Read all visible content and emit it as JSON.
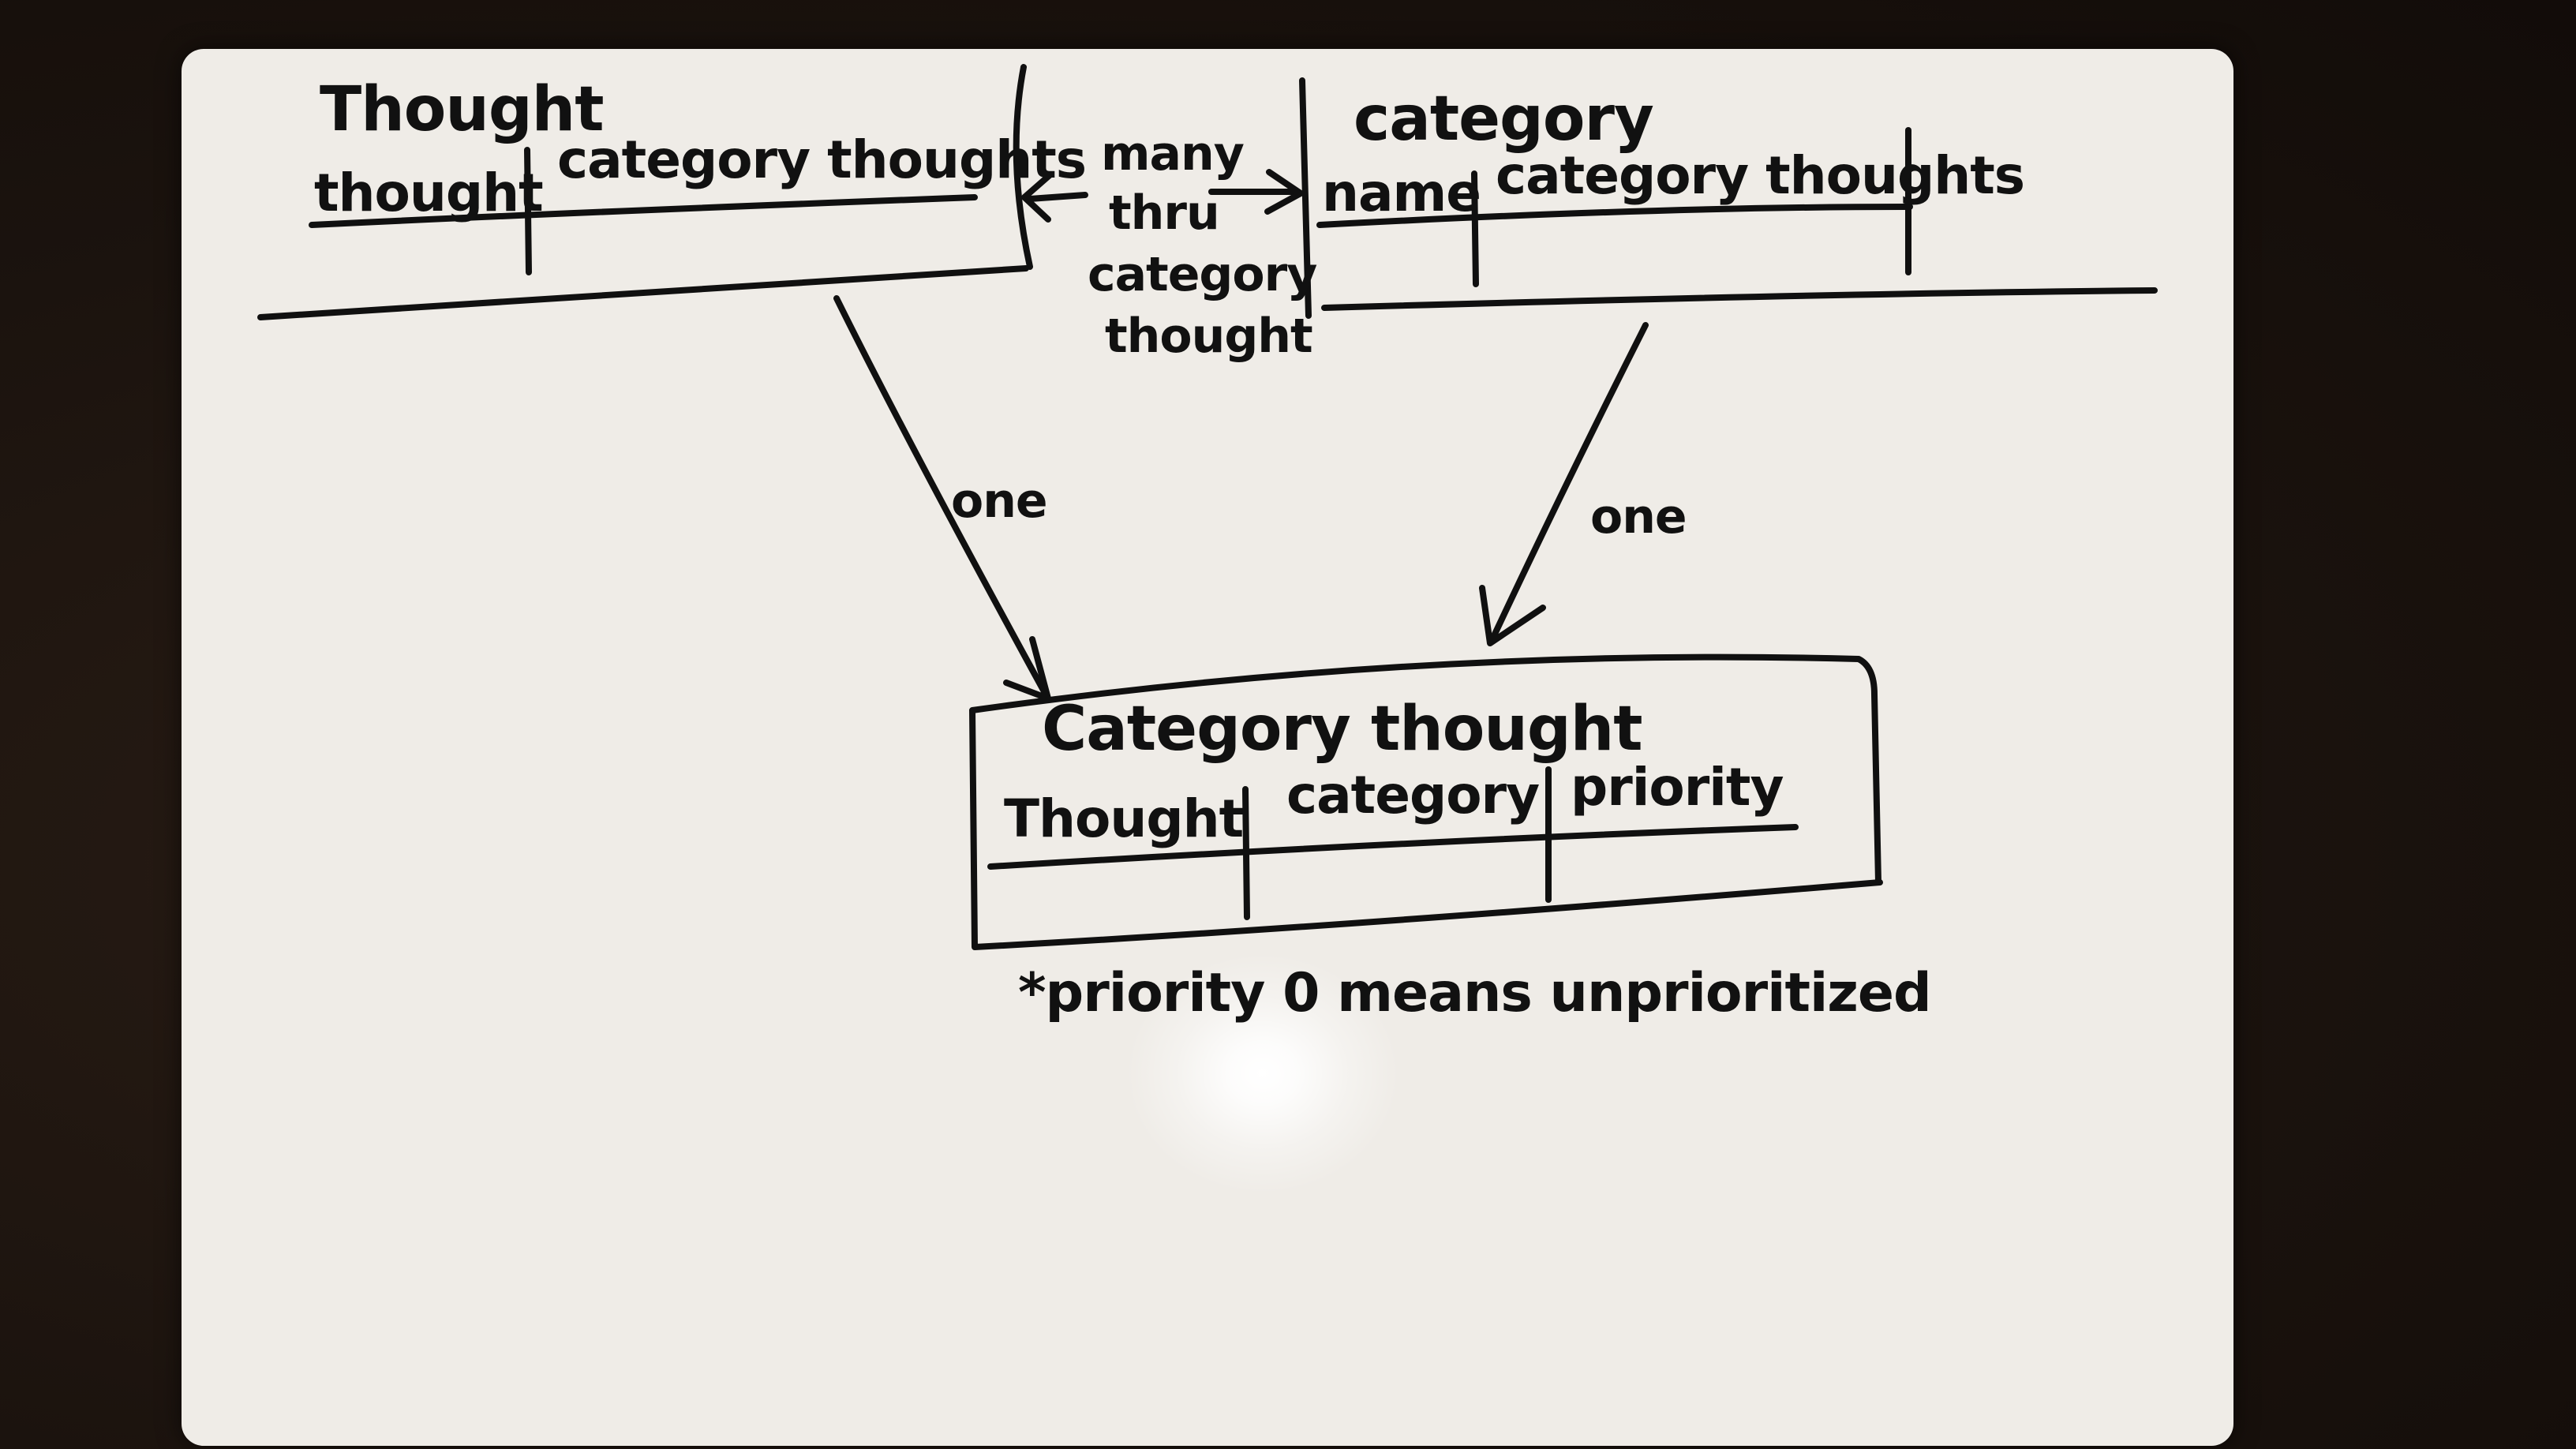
{
  "diagram": {
    "thought_table": {
      "title": "Thought",
      "fields": [
        "thought",
        "category thoughts"
      ]
    },
    "category_table": {
      "title": "category",
      "fields": [
        "name",
        "category thoughts"
      ]
    },
    "relationship_top": {
      "lines": [
        "many",
        "thru",
        "category",
        "thought"
      ]
    },
    "relationship_left": {
      "label": "one"
    },
    "relationship_right": {
      "label": "one"
    },
    "category_thought_table": {
      "title": "Category thought",
      "fields": [
        "Thought",
        "category",
        "priority"
      ]
    },
    "note": "*priority 0 means unprioritized"
  }
}
